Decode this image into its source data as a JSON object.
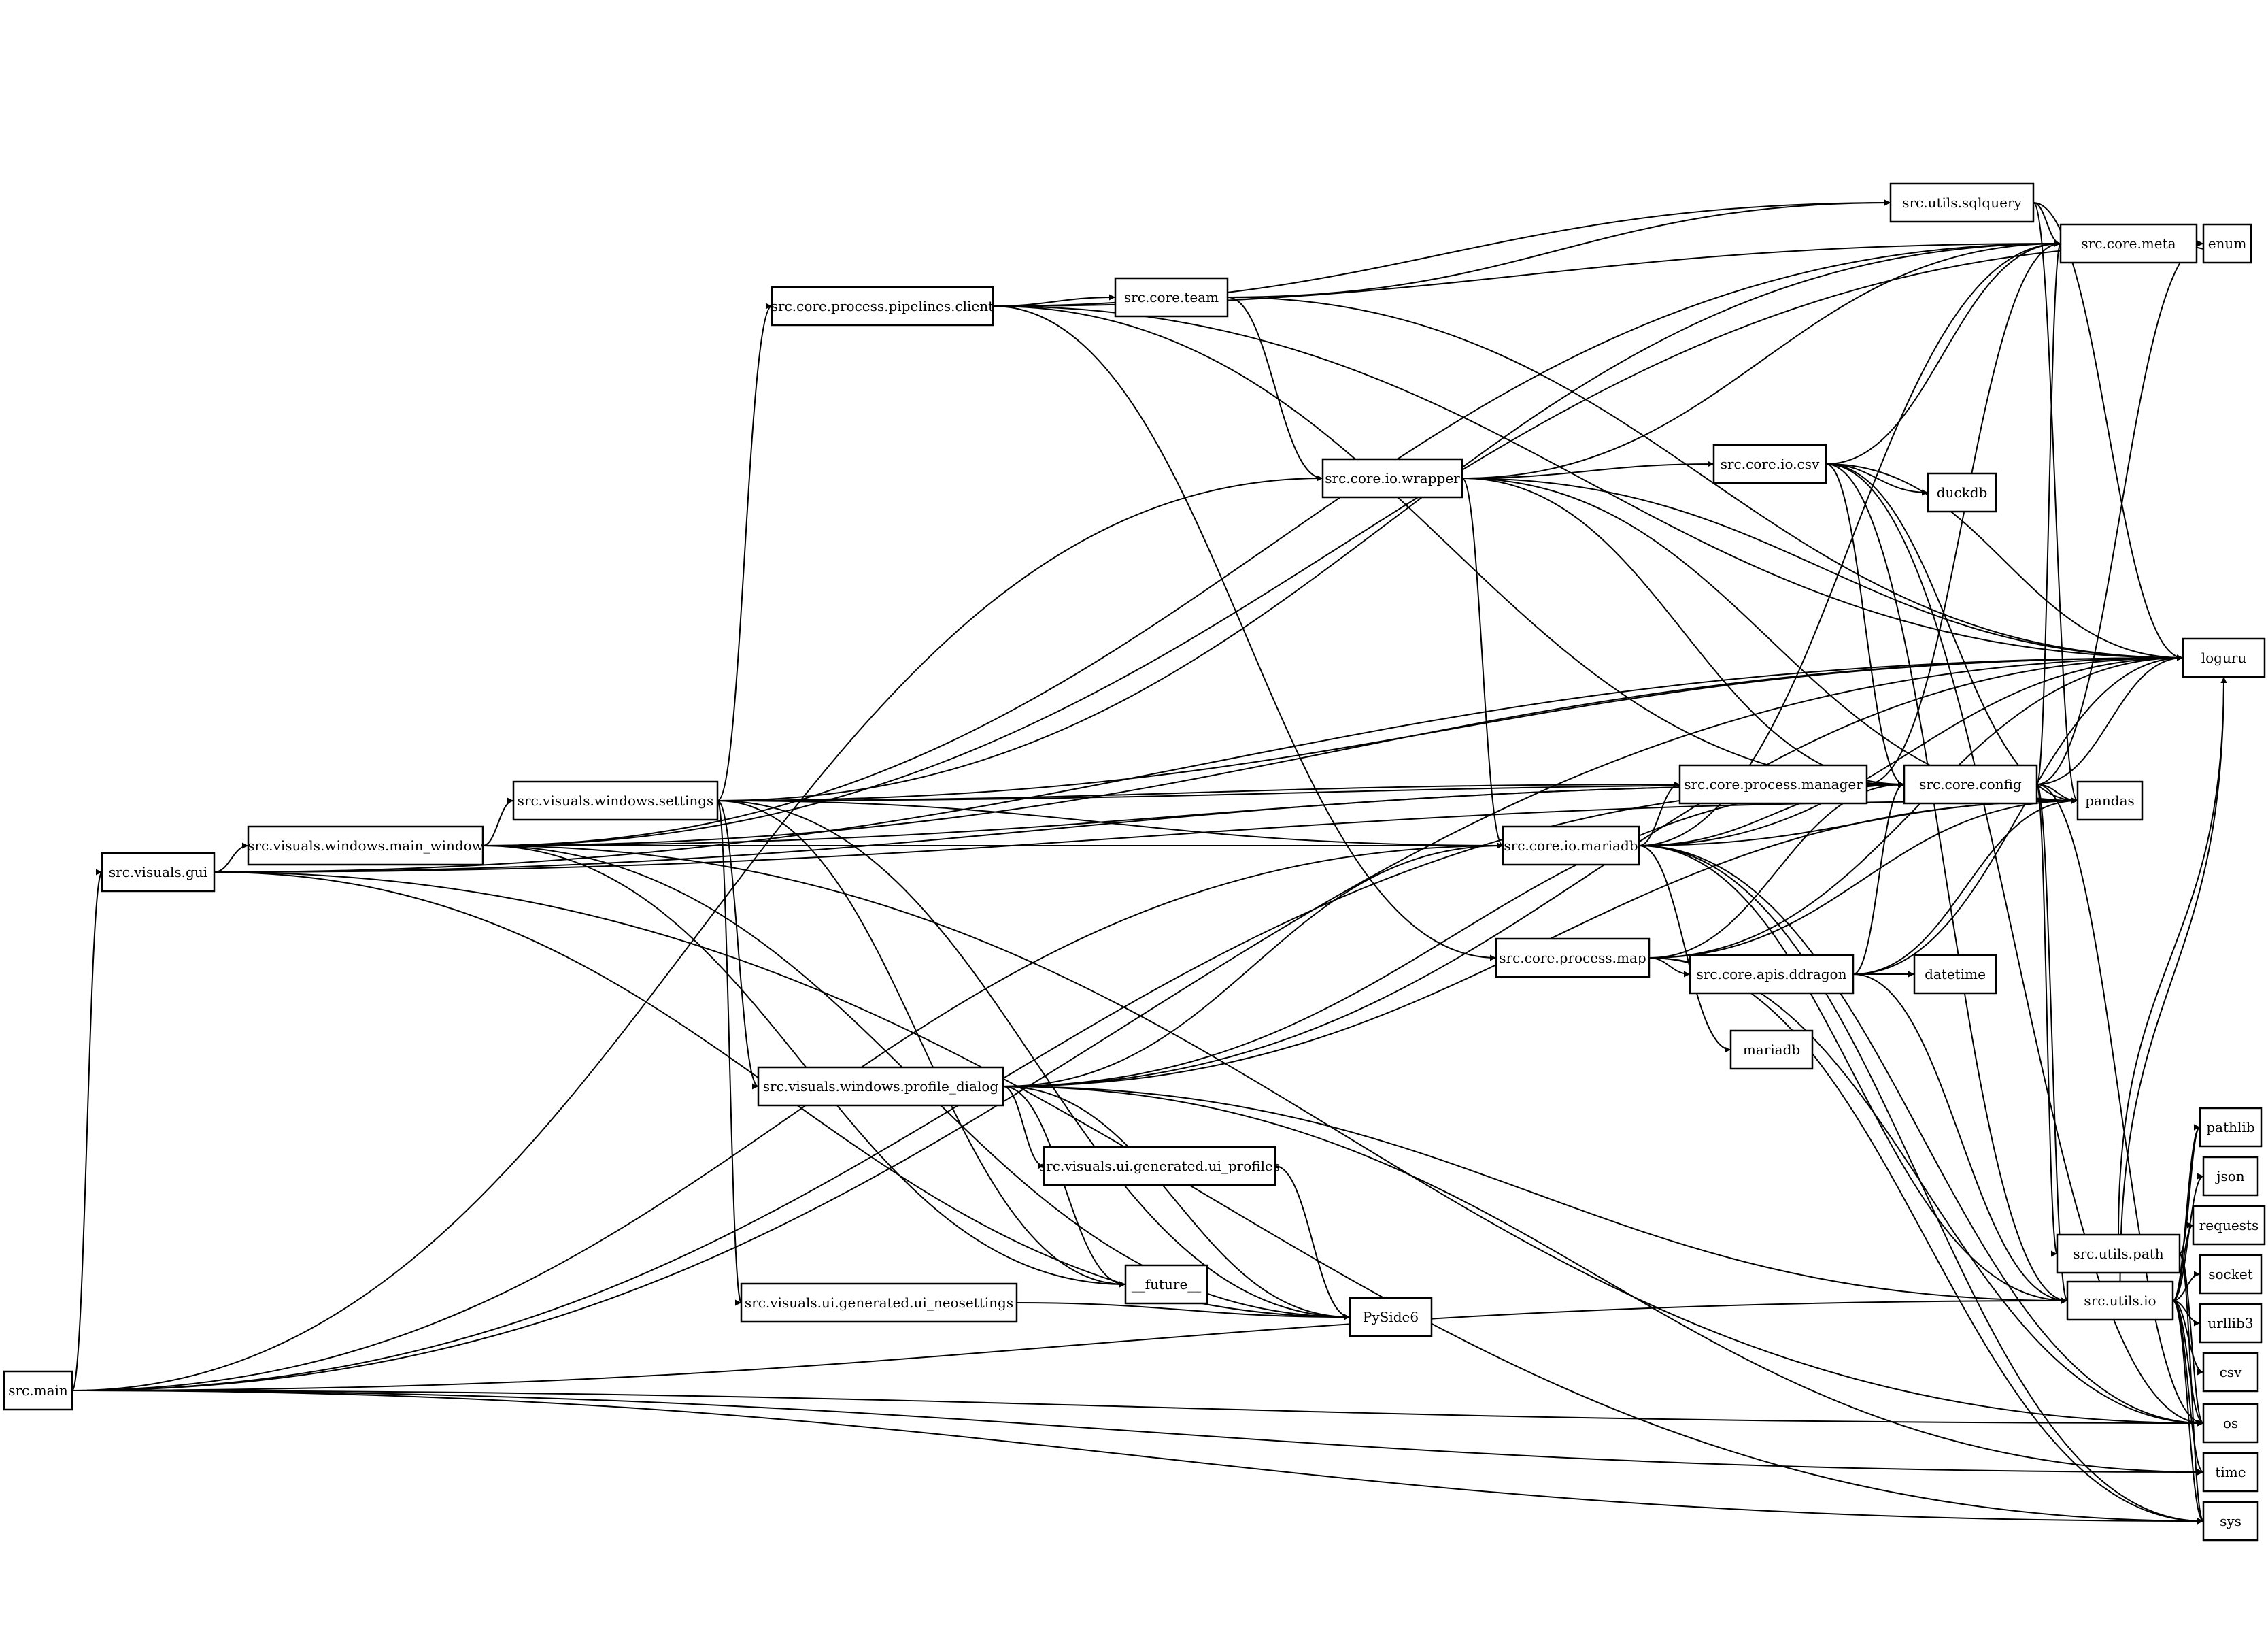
{
  "nodes": {
    "src_main": "src.main",
    "src_visuals_gui": "src.visuals.gui",
    "src_visuals_windows_main_window": "src.visuals.windows.main_window",
    "src_visuals_windows_settings": "src.visuals.windows.settings",
    "src_core_process_pipelines_client": "src.core.process.pipelines.client",
    "src_core_team": "src.core.team",
    "src_utils_sqlquery": "src.utils.sqlquery",
    "src_core_meta": "src.core.meta",
    "enum": "enum",
    "src_core_io_wrapper": "src.core.io.wrapper",
    "src_core_io_csv": "src.core.io.csv",
    "duckdb": "duckdb",
    "loguru": "loguru",
    "src_core_process_manager": "src.core.process.manager",
    "src_core_config": "src.core.config",
    "pandas": "pandas",
    "src_core_io_mariadb": "src.core.io.mariadb",
    "src_core_process_map": "src.core.process.map",
    "src_core_apis_ddragon": "src.core.apis.ddragon",
    "datetime": "datetime",
    "mariadb": "mariadb",
    "src_visuals_windows_profile_dialog": "src.visuals.windows.profile_dialog",
    "src_visuals_ui_generated_ui_profiles": "src.visuals.ui.generated.ui_profiles",
    "future": "__future__",
    "src_visuals_ui_generated_ui_neosettings": "src.visuals.ui.generated.ui_neosettings",
    "pyside6": "PySide6",
    "pathlib": "pathlib",
    "json": "json",
    "requests": "requests",
    "socket": "socket",
    "src_utils_path": "src.utils.path",
    "urllib3": "urllib3",
    "src_utils_io": "src.utils.io",
    "csv": "csv",
    "os": "os",
    "time": "time",
    "sys": "sys"
  },
  "edges": [
    [
      "src_main",
      "src_visuals_gui"
    ],
    [
      "src_main",
      "loguru"
    ],
    [
      "src_main",
      "src_core_io_wrapper"
    ],
    [
      "src_main",
      "src_core_io_mariadb"
    ],
    [
      "src_main",
      "src_core_config"
    ],
    [
      "src_main",
      "src_utils_io"
    ],
    [
      "src_main",
      "os"
    ],
    [
      "src_main",
      "sys"
    ],
    [
      "src_main",
      "time"
    ],
    [
      "src_visuals_gui",
      "src_visuals_windows_main_window"
    ],
    [
      "src_visuals_gui",
      "loguru"
    ],
    [
      "src_visuals_gui",
      "src_core_config"
    ],
    [
      "src_visuals_gui",
      "pyside6"
    ],
    [
      "src_visuals_gui",
      "pandas"
    ],
    [
      "src_visuals_gui",
      "sys"
    ],
    [
      "src_visuals_windows_main_window",
      "src_visuals_windows_settings"
    ],
    [
      "src_visuals_windows_main_window",
      "src_core_io_mariadb"
    ],
    [
      "src_visuals_windows_main_window",
      "src_core_config"
    ],
    [
      "src_visuals_windows_main_window",
      "src_core_meta"
    ],
    [
      "src_visuals_windows_main_window",
      "enum"
    ],
    [
      "src_visuals_windows_main_window",
      "loguru"
    ],
    [
      "src_visuals_windows_main_window",
      "pyside6"
    ],
    [
      "src_visuals_windows_main_window",
      "future"
    ],
    [
      "src_visuals_windows_main_window",
      "os"
    ],
    [
      "src_visuals_windows_settings",
      "src_core_process_pipelines_client"
    ],
    [
      "src_visuals_windows_settings",
      "src_visuals_windows_profile_dialog"
    ],
    [
      "src_visuals_windows_settings",
      "src_core_process_manager"
    ],
    [
      "src_visuals_windows_settings",
      "src_core_io_mariadb"
    ],
    [
      "src_visuals_windows_settings",
      "src_core_config"
    ],
    [
      "src_visuals_windows_settings",
      "src_core_meta"
    ],
    [
      "src_visuals_windows_settings",
      "loguru"
    ],
    [
      "src_visuals_windows_settings",
      "src_visuals_ui_generated_ui_neosettings"
    ],
    [
      "src_visuals_windows_settings",
      "pyside6"
    ],
    [
      "src_visuals_windows_settings",
      "future"
    ],
    [
      "src_core_process_pipelines_client",
      "src_core_team"
    ],
    [
      "src_core_process_pipelines_client",
      "src_core_meta"
    ],
    [
      "src_core_process_pipelines_client",
      "src_utils_sqlquery"
    ],
    [
      "src_core_process_pipelines_client",
      "loguru"
    ],
    [
      "src_core_process_pipelines_client",
      "src_core_config"
    ],
    [
      "src_core_process_pipelines_client",
      "src_core_process_map"
    ],
    [
      "src_core_team",
      "src_utils_sqlquery"
    ],
    [
      "src_core_team",
      "loguru"
    ],
    [
      "src_core_team",
      "src_core_io_wrapper"
    ],
    [
      "src_utils_sqlquery",
      "src_core_meta"
    ],
    [
      "src_utils_sqlquery",
      "loguru"
    ],
    [
      "src_utils_sqlquery",
      "pandas"
    ],
    [
      "src_core_meta",
      "enum"
    ],
    [
      "src_core_io_wrapper",
      "src_core_io_csv"
    ],
    [
      "src_core_io_wrapper",
      "src_core_meta"
    ],
    [
      "src_core_io_wrapper",
      "loguru"
    ],
    [
      "src_core_io_wrapper",
      "src_core_config"
    ],
    [
      "src_core_io_wrapper",
      "pandas"
    ],
    [
      "src_core_io_wrapper",
      "src_core_io_mariadb"
    ],
    [
      "src_core_io_csv",
      "duckdb"
    ],
    [
      "src_core_io_csv",
      "src_core_meta"
    ],
    [
      "src_core_io_csv",
      "loguru"
    ],
    [
      "src_core_io_csv",
      "src_core_config"
    ],
    [
      "src_core_io_csv",
      "pandas"
    ],
    [
      "src_core_io_csv",
      "src_utils_io"
    ],
    [
      "src_core_io_csv",
      "os"
    ],
    [
      "src_core_process_manager",
      "src_core_config"
    ],
    [
      "src_core_process_manager",
      "src_core_meta"
    ],
    [
      "src_core_process_manager",
      "pandas"
    ],
    [
      "src_core_config",
      "loguru"
    ],
    [
      "src_core_config",
      "pandas"
    ],
    [
      "src_core_config",
      "enum"
    ],
    [
      "src_core_config",
      "src_core_meta"
    ],
    [
      "src_core_config",
      "src_utils_path"
    ],
    [
      "src_core_config",
      "src_utils_io"
    ],
    [
      "src_core_config",
      "os"
    ],
    [
      "src_core_io_mariadb",
      "src_core_process_manager"
    ],
    [
      "src_core_io_mariadb",
      "src_core_config"
    ],
    [
      "src_core_io_mariadb",
      "src_core_meta"
    ],
    [
      "src_core_io_mariadb",
      "loguru"
    ],
    [
      "src_core_io_mariadb",
      "mariadb"
    ],
    [
      "src_core_io_mariadb",
      "pandas"
    ],
    [
      "src_core_io_mariadb",
      "src_utils_io"
    ],
    [
      "src_core_io_mariadb",
      "os"
    ],
    [
      "src_core_io_mariadb",
      "sys"
    ],
    [
      "src_core_process_map",
      "src_core_apis_ddragon"
    ],
    [
      "src_core_process_map",
      "src_core_config"
    ],
    [
      "src_core_process_map",
      "pandas"
    ],
    [
      "src_core_process_map",
      "loguru"
    ],
    [
      "src_core_process_map",
      "sys"
    ],
    [
      "src_core_process_map",
      "os"
    ],
    [
      "src_core_apis_ddragon",
      "datetime"
    ],
    [
      "src_core_apis_ddragon",
      "src_core_config"
    ],
    [
      "src_core_apis_ddragon",
      "pandas"
    ],
    [
      "src_core_apis_ddragon",
      "loguru"
    ],
    [
      "src_core_apis_ddragon",
      "src_utils_io"
    ],
    [
      "src_visuals_windows_profile_dialog",
      "src_visuals_ui_generated_ui_profiles"
    ],
    [
      "src_visuals_windows_profile_dialog",
      "src_core_io_mariadb"
    ],
    [
      "src_visuals_windows_profile_dialog",
      "src_core_config"
    ],
    [
      "src_visuals_windows_profile_dialog",
      "pyside6"
    ],
    [
      "src_visuals_windows_profile_dialog",
      "future"
    ],
    [
      "src_visuals_windows_profile_dialog",
      "loguru"
    ],
    [
      "src_visuals_windows_profile_dialog",
      "pandas"
    ],
    [
      "src_visuals_windows_profile_dialog",
      "src_utils_io"
    ],
    [
      "src_visuals_windows_profile_dialog",
      "time"
    ],
    [
      "src_visuals_ui_generated_ui_profiles",
      "pyside6"
    ],
    [
      "src_visuals_ui_generated_ui_neosettings",
      "pyside6"
    ],
    [
      "src_utils_path",
      "pathlib"
    ],
    [
      "src_utils_path",
      "loguru"
    ],
    [
      "src_utils_path",
      "os"
    ],
    [
      "src_utils_path",
      "sys"
    ],
    [
      "src_utils_io",
      "pathlib"
    ],
    [
      "src_utils_io",
      "json"
    ],
    [
      "src_utils_io",
      "requests"
    ],
    [
      "src_utils_io",
      "socket"
    ],
    [
      "src_utils_io",
      "urllib3"
    ],
    [
      "src_utils_io",
      "csv"
    ],
    [
      "src_utils_io",
      "os"
    ],
    [
      "src_utils_io",
      "time"
    ],
    [
      "src_utils_io",
      "sys"
    ],
    [
      "src_utils_io",
      "loguru"
    ]
  ]
}
